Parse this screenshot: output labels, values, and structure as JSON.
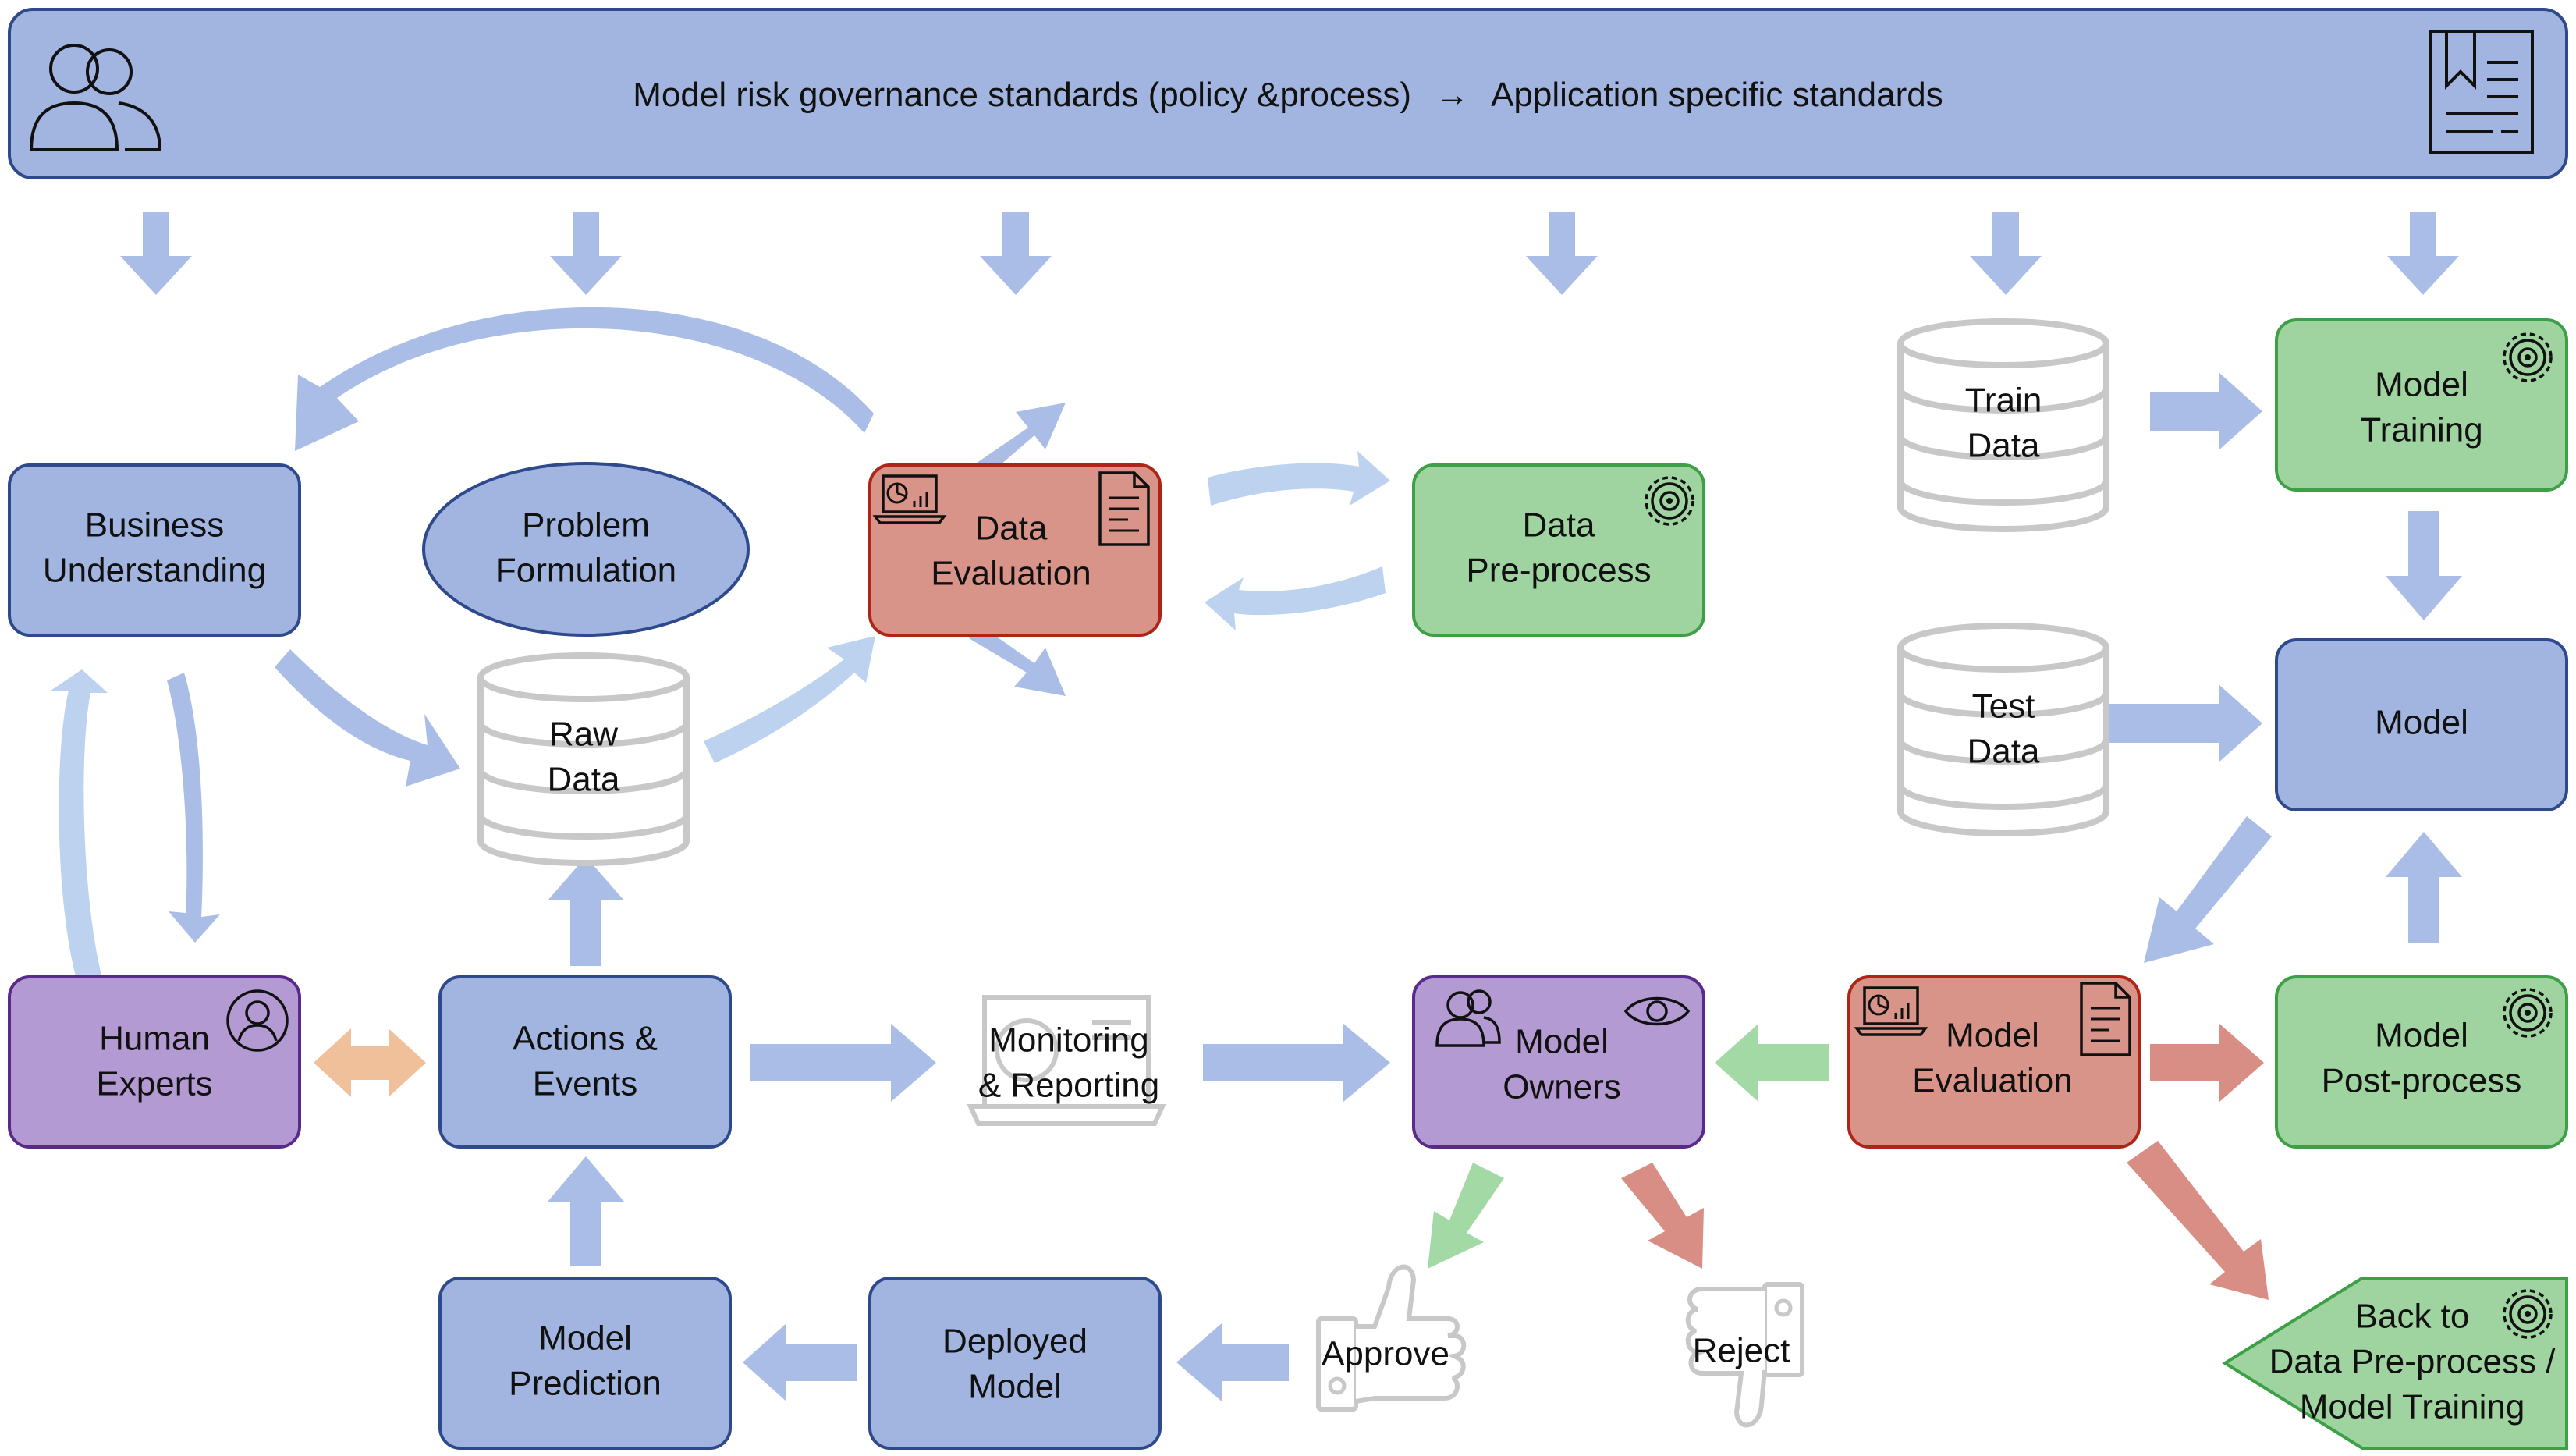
{
  "banner": {
    "text_left": "Model risk governance standards (policy &process)",
    "arrow": "→",
    "text_right": "Application specific standards",
    "left_icon": "people-icon",
    "right_icon": "document-icon"
  },
  "nodes": {
    "business_understanding": [
      "Business",
      "Understanding"
    ],
    "problem_formulation": [
      "Problem",
      "Formulation"
    ],
    "raw_data": [
      "Raw",
      "Data"
    ],
    "data_evaluation": [
      "Data",
      "Evaluation"
    ],
    "data_preprocess": [
      "Data",
      "Pre-process"
    ],
    "train_data": [
      "Train",
      "Data"
    ],
    "test_data": [
      "Test",
      "Data"
    ],
    "model_training": [
      "Model",
      "Training"
    ],
    "model": [
      "Model"
    ],
    "human_experts": [
      "Human",
      "Experts"
    ],
    "actions_events": [
      "Actions &",
      "Events"
    ],
    "monitoring_reporting": [
      "Monitoring",
      "& Reporting"
    ],
    "model_owners": [
      "Model",
      "Owners"
    ],
    "model_evaluation": [
      "Model",
      "Evaluation"
    ],
    "model_postprocess": [
      "Model",
      "Post-process"
    ],
    "back_to": [
      "Back to",
      "Data Pre-process /",
      "Model Training"
    ],
    "model_prediction": [
      "Model",
      "Prediction"
    ],
    "deployed_model": [
      "Deployed",
      "Model"
    ],
    "approve": "Approve",
    "reject": "Reject"
  },
  "colors": {
    "blue_fill": "#a2b4e0",
    "blue_stroke": "#2e4a8c",
    "blue_arrow": "#a9bde6",
    "light_blue_arrow": "#bcd2ee",
    "red_fill": "#d99489",
    "red_stroke": "#b02418",
    "green_fill": "#9fd3a0",
    "green_stroke": "#3ea046",
    "purple_fill": "#b39ad3",
    "purple_stroke": "#5a2a8a",
    "green_arrow": "#a3d9a5",
    "red_arrow": "#d88e84",
    "orange_arrow": "#f0c09b",
    "grey": "#c8c8c8"
  }
}
